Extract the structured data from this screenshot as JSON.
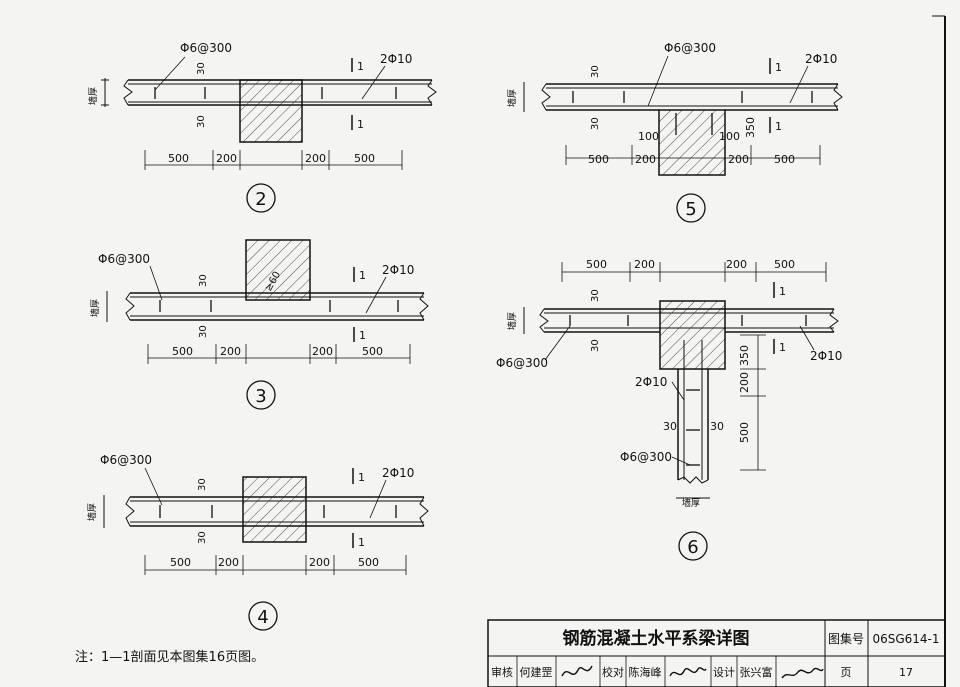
{
  "details": [
    {
      "id": "2",
      "stirrup": "Φ6@300",
      "bars": "2Φ10",
      "cover_top": "30",
      "cover_bot": "30",
      "dims": [
        "500",
        "200",
        "200",
        "500"
      ],
      "section": "1",
      "wall": "墙厚"
    },
    {
      "id": "3",
      "stirrup": "Φ6@300",
      "bars": "2Φ10",
      "cover_top": "30",
      "cover_bot": "30",
      "dims": [
        "500",
        "200",
        "200",
        "500"
      ],
      "section": "1",
      "wall": "墙厚",
      "embed": "≥60"
    },
    {
      "id": "4",
      "stirrup": "Φ6@300",
      "bars": "2Φ10",
      "cover_top": "30",
      "cover_bot": "30",
      "dims": [
        "500",
        "200",
        "200",
        "500"
      ],
      "section": "1",
      "wall": "墙厚"
    },
    {
      "id": "5",
      "stirrup": "Φ6@300",
      "bars": "2Φ10",
      "cover_top": "30",
      "cover_bot": "30",
      "dims": [
        "500",
        "200",
        "200",
        "500"
      ],
      "section": "1",
      "wall": "墙厚",
      "offset_l": "100",
      "offset_r": "100",
      "depth": "350"
    },
    {
      "id": "6",
      "stirrup": "Φ6@300",
      "stirrup2": "Φ6@300",
      "bars": "2Φ10",
      "bars2": "2Φ10",
      "cover_top": "30",
      "cover_bot": "30",
      "cover_l": "30",
      "cover_r": "30",
      "dims": [
        "500",
        "200",
        "200",
        "500"
      ],
      "vdims": [
        "350",
        "200",
        "500"
      ],
      "section": "1",
      "wall": "墙厚",
      "wall2": "墙厚"
    }
  ],
  "note": "注：1—1剖面见本图集16页图。",
  "title_block": {
    "title": "钢筋混凝土水平系梁详图",
    "atlas_label": "图集号",
    "atlas_no": "06SG614-1",
    "review_label": "审核",
    "review_name": "何建罡",
    "check_label": "校对",
    "check_name": "陈海峰",
    "design_label": "设计",
    "design_name": "张兴富",
    "page_label": "页",
    "page_no": "17"
  },
  "colors": {
    "ink": "#111111",
    "paper": "#f4f4f2"
  }
}
